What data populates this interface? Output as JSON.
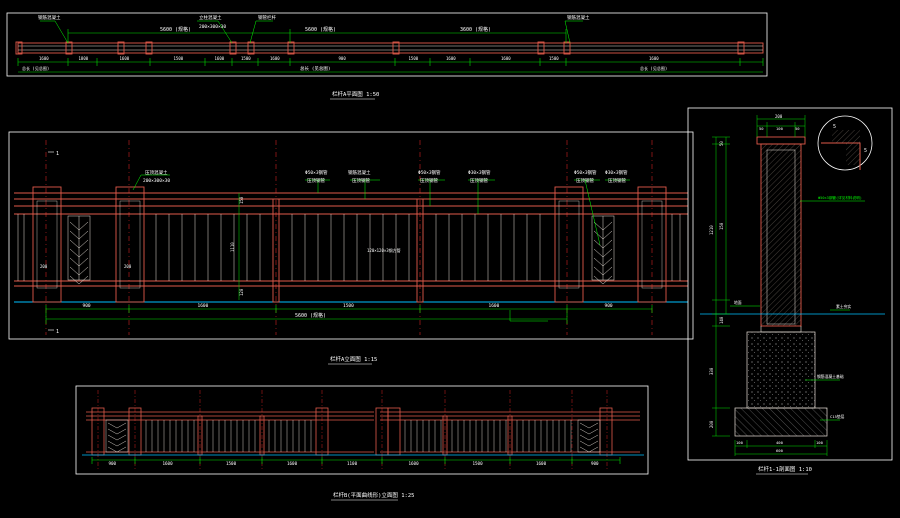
{
  "colors": {
    "frame": "#ffffff",
    "structure": "#e05a4a",
    "detail": "#e8e0d8",
    "dim": "#00e000",
    "text": "#ffffff",
    "leader": "#00ff00",
    "centerline": "#d02020",
    "ground": "#00bfff",
    "hatch": "#c0c0c0"
  },
  "plan": {
    "dims_top": [
      "5600 (规格)",
      "5600 (规格)",
      "3600 (规格)"
    ],
    "callouts": [
      "钢筋混凝土",
      "200×300×30",
      "立柱混凝土",
      "钢管栏杆"
    ],
    "dims_bottom": [
      "1600",
      "1800",
      "1600",
      "1500",
      "1600",
      "1500",
      "1600",
      "900",
      "1500",
      "1600",
      "1600",
      "1500",
      "1600"
    ],
    "dim_total": "总长 (见总图)",
    "title": "栏杆A平面图 1:50"
  },
  "elevation": {
    "callouts": [
      "压顶混凝土",
      "200×300×30",
      "Φ50×3钢管",
      "压顶钢管",
      "钢筋混凝土",
      "Φ50×3钢管",
      "Φ30×3钢管",
      "Φ50×3钢管",
      "Φ30×3钢管"
    ],
    "inner_dims": [
      "120×120×3钢方管",
      "200",
      "120",
      "1110",
      "150",
      "120"
    ],
    "dims": [
      "900",
      "1600",
      "1500",
      "1600",
      "900"
    ],
    "dim_total": "5600 (规格)",
    "marker": "1",
    "title": "栏杆A立面图 1:15"
  },
  "section": {
    "dims_top": [
      "200",
      "50",
      "100",
      "50"
    ],
    "dims_side": [
      "1210",
      "150",
      "140",
      "330",
      "200"
    ],
    "dims_bottom": [
      "100",
      "400",
      "100"
    ],
    "dim_bottom_total": "600",
    "callouts": [
      "Φ50×3钢管(详见材料说明)",
      "素土夯实",
      "钢筋混凝土基础",
      "C15垫层",
      "地面"
    ],
    "detail_label": "5",
    "title": "栏杆1-1剖面图 1:10"
  },
  "elevation2": {
    "dims": [
      "900",
      "1600",
      "1500",
      "1600",
      "1100",
      "1600",
      "1500",
      "1600",
      "900"
    ],
    "title": "栏杆B(平面曲线形)立面图 1:25"
  }
}
